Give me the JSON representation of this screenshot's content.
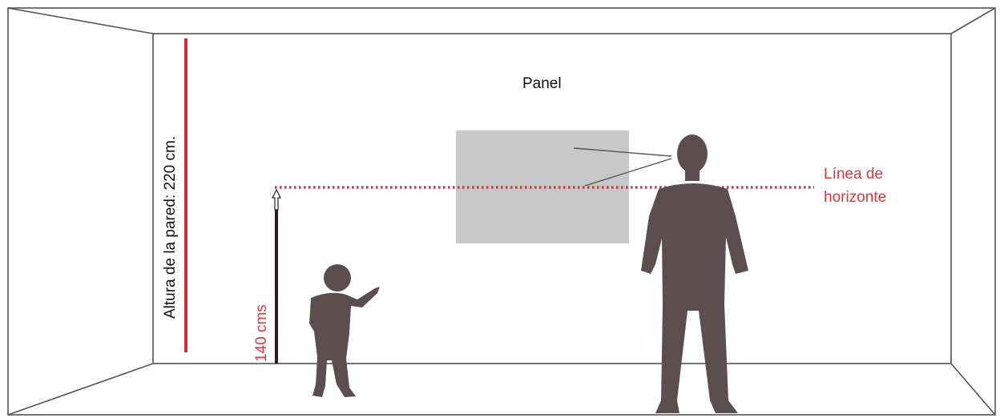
{
  "labels": {
    "panel": "Panel",
    "wall_height": "Altura de la pared: 220 cm.",
    "eye_height": "140 cms",
    "horizon_line_1": "Línea de",
    "horizon_line_2": "horizonte"
  },
  "colors": {
    "wall_edges": "#555555",
    "measure_red": "#d32f2f",
    "horizon_dots": "#d8393f",
    "panel_fill": "#c8c8c8",
    "silhouette": "#5a4e50",
    "height_bar": "#2a1e20"
  },
  "icons": {
    "adult": "adult-silhouette-icon",
    "child": "child-silhouette-icon",
    "arrow": "up-arrow-icon"
  }
}
